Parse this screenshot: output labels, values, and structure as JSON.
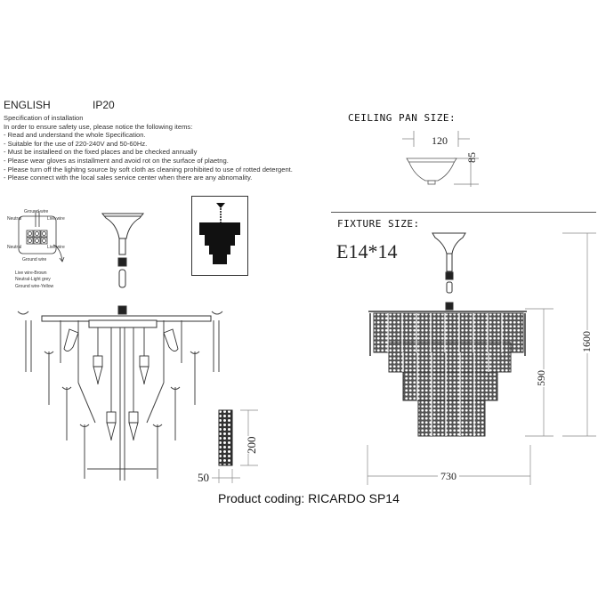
{
  "header": {
    "language": "ENGLISH",
    "ip_rating": "IP20"
  },
  "specification": {
    "title": "Specification of installation",
    "intro": "In order to ensure safety use, please notice the following items:",
    "items": [
      "- Read and understand the whole Specification.",
      "- Suitable for the use of 220-240V and 50-60Hz.",
      "- Must be installeed on the fixed places and be checked annually",
      "- Please wear gloves as installment and avoid rot on the surface of plaetng.",
      "- Please turn off the lighitng source by soft cloth as cleaning prohibited to use of rotted detergent.",
      "- Please connect with the local sales service center when there are any abnomality."
    ]
  },
  "ceiling_pan": {
    "label": "CEILING PAN SIZE:",
    "width": "120",
    "height": "85"
  },
  "fixture": {
    "label": "FIXTURE SIZE:",
    "bulb": "E14*14",
    "width": "730",
    "body_height": "590",
    "total_height": "1600"
  },
  "crystal_panel": {
    "height": "200",
    "width": "50"
  },
  "wiring": {
    "top_label": "Ground wire",
    "left_top": "Neutral",
    "right_top": "Live wire",
    "left_bottom": "Neutral",
    "right_bottom": "Live wire",
    "bottom_label": "Ground wire",
    "legend": [
      "Live wire-Brown",
      "Neutral-Light grey",
      "Ground wire-Yellow"
    ]
  },
  "footer": {
    "product_coding": "Product coding: RICARDO SP14"
  }
}
